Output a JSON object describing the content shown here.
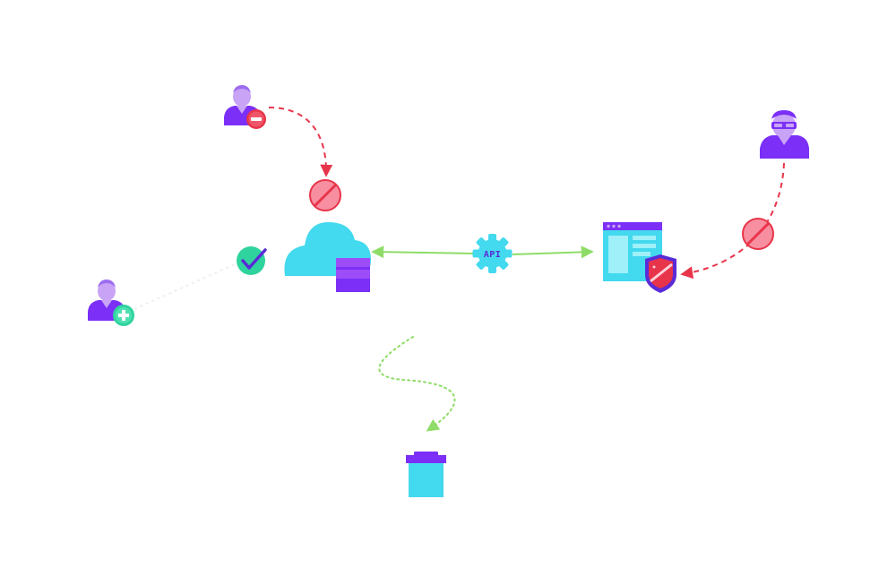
{
  "diagram": {
    "api_label": "API",
    "colors": {
      "purple": "#7b2ff7",
      "lavender": "#c9a3f5",
      "cyan": "#43d9ee",
      "cyan_light": "#9ff0f9",
      "green": "#2fd39e",
      "green_line": "#8edc67",
      "red": "#e8344a",
      "red_light": "#f38a98",
      "pink_block": "#f78fa0"
    },
    "nodes": [
      {
        "id": "removed-user",
        "icon": "user-remove-icon"
      },
      {
        "id": "new-user",
        "icon": "user-add-icon"
      },
      {
        "id": "attacker",
        "icon": "hacker-icon"
      },
      {
        "id": "cloud-database",
        "icon": "cloud-database-icon"
      },
      {
        "id": "api-gateway",
        "icon": "api-gear-icon"
      },
      {
        "id": "secure-web-app",
        "icon": "secure-window-icon"
      },
      {
        "id": "trash-bin",
        "icon": "trash-icon"
      }
    ],
    "status_markers": [
      {
        "id": "blocked-removed-user",
        "icon": "blocked-icon"
      },
      {
        "id": "blocked-attacker",
        "icon": "blocked-icon"
      },
      {
        "id": "allowed-new-user",
        "icon": "checkmark-icon"
      }
    ]
  }
}
